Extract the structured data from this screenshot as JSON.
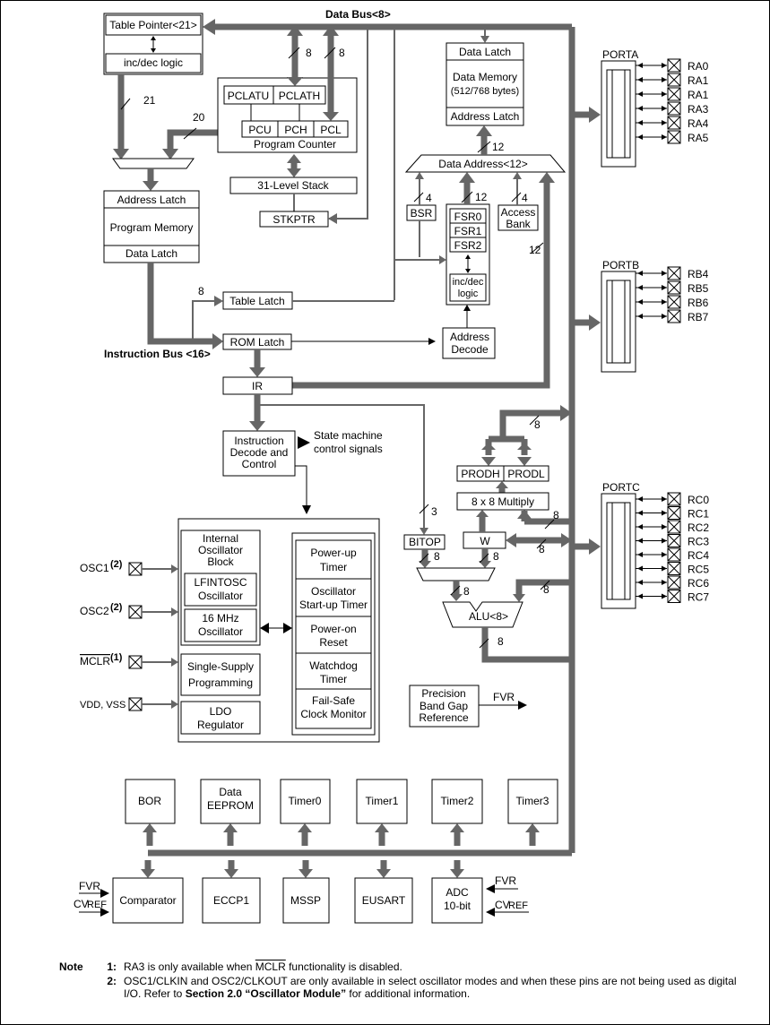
{
  "buses": {
    "data_bus": "Data Bus<8>",
    "instruction_bus": "Instruction Bus <16>",
    "data_address": "Data Address<12>"
  },
  "blocks": {
    "table_pointer": "Table Pointer<21>",
    "inc_dec_logic": "inc/dec logic",
    "pclatu": "PCLATU",
    "pclath": "PCLATH",
    "pcu": "PCU",
    "pch": "PCH",
    "pcl": "PCL",
    "program_counter": "Program Counter",
    "stack": "31-Level Stack",
    "stkptr": "STKPTR",
    "address_latch": "Address Latch",
    "program_memory": "Program Memory",
    "data_latch": "Data Latch",
    "table_latch": "Table Latch",
    "rom_latch": "ROM Latch",
    "ir": "IR",
    "instruction_decode": [
      "Instruction",
      "Decode and",
      "Control"
    ],
    "state_machine": [
      "State machine",
      "control signals"
    ],
    "dm_data_latch": "Data Latch",
    "data_memory": "Data Memory",
    "data_memory_size": "(512/768 bytes)",
    "dm_address_latch": "Address Latch",
    "bsr": "BSR",
    "fsr0": "FSR0",
    "fsr1": "FSR1",
    "fsr2": "FSR2",
    "fsr_incdec": [
      "inc/dec",
      "logic"
    ],
    "access_bank": [
      "Access",
      "Bank"
    ],
    "address_decode": [
      "Address",
      "Decode"
    ],
    "prodh": "PRODH",
    "prodl": "PRODL",
    "multiply": "8 x 8 Multiply",
    "bitop": "BITOP",
    "w": "W",
    "alu": "ALU<8>",
    "int_osc_block": [
      "Internal",
      "Oscillator",
      "Block"
    ],
    "lfintosc": [
      "LFINTOSC",
      "Oscillator"
    ],
    "mhz_osc": [
      "16 MHz",
      "Oscillator"
    ],
    "single_supply": [
      "Single-Supply",
      "Programming"
    ],
    "ldo": [
      "LDO",
      "Regulator"
    ],
    "power_up": [
      "Power-up",
      "Timer"
    ],
    "osc_startup": [
      "Oscillator",
      "Start-up Timer"
    ],
    "power_on_reset": [
      "Power-on",
      "Reset"
    ],
    "watchdog": [
      "Watchdog",
      "Timer"
    ],
    "fail_safe": [
      "Fail-Safe",
      "Clock Monitor"
    ],
    "precision_bg": [
      "Precision",
      "Band Gap",
      "Reference"
    ],
    "fvr": "FVR",
    "bor": "BOR",
    "data_eeprom": [
      "Data",
      "EEPROM"
    ],
    "timer0": "Timer0",
    "timer1": "Timer1",
    "timer2": "Timer2",
    "timer3": "Timer3",
    "comparator": "Comparator",
    "eccp1": "ECCP1",
    "mssp": "MSSP",
    "eusart": "EUSART",
    "adc": [
      "ADC",
      "10-bit"
    ],
    "cvref": "CV",
    "cvref_sub": "REF"
  },
  "bus_widths": {
    "tp": "21",
    "pc_in": "20",
    "d8a": "8",
    "d8b": "8",
    "dm": "12",
    "bsr": "4",
    "fsr": "12",
    "access": "4",
    "ir12": "12",
    "tl": "8",
    "bitop": "3",
    "prod": "8",
    "mult": "8",
    "wbus": "8",
    "bit8": "8",
    "w8": "8",
    "alu_in": "8",
    "alu_w": "8",
    "alu_out": "8"
  },
  "ports": {
    "porta": {
      "name": "PORTA",
      "pins": [
        "RA0",
        "RA1",
        "RA1",
        "RA3",
        "RA4",
        "RA5"
      ]
    },
    "portb": {
      "name": "PORTB",
      "pins": [
        "RB4",
        "RB5",
        "RB6",
        "RB7"
      ]
    },
    "portc": {
      "name": "PORTC",
      "pins": [
        "RC0",
        "RC1",
        "RC2",
        "RC3",
        "RC4",
        "RC5",
        "RC6",
        "RC7"
      ]
    }
  },
  "pins": {
    "osc1": "OSC1",
    "osc1_note": "(2)",
    "osc2": "OSC2",
    "osc2_note": "(2)",
    "mclr": "MCLR",
    "mclr_note": "(1)",
    "vdd_vss": "VDD, VSS"
  },
  "notes": {
    "label": "Note",
    "items": [
      {
        "num": "1:",
        "pre": "RA3 is only available when ",
        "over": "MCLR",
        "post": " functionality is disabled."
      },
      {
        "num": "2:",
        "text": "OSC1/CLKIN and OSC2/CLKOUT are only available in select oscillator modes and when these pins are not being used as digital I/O. Refer to ",
        "bold": "Section 2.0 “Oscillator Module”",
        "tail": " for additional information."
      }
    ]
  }
}
